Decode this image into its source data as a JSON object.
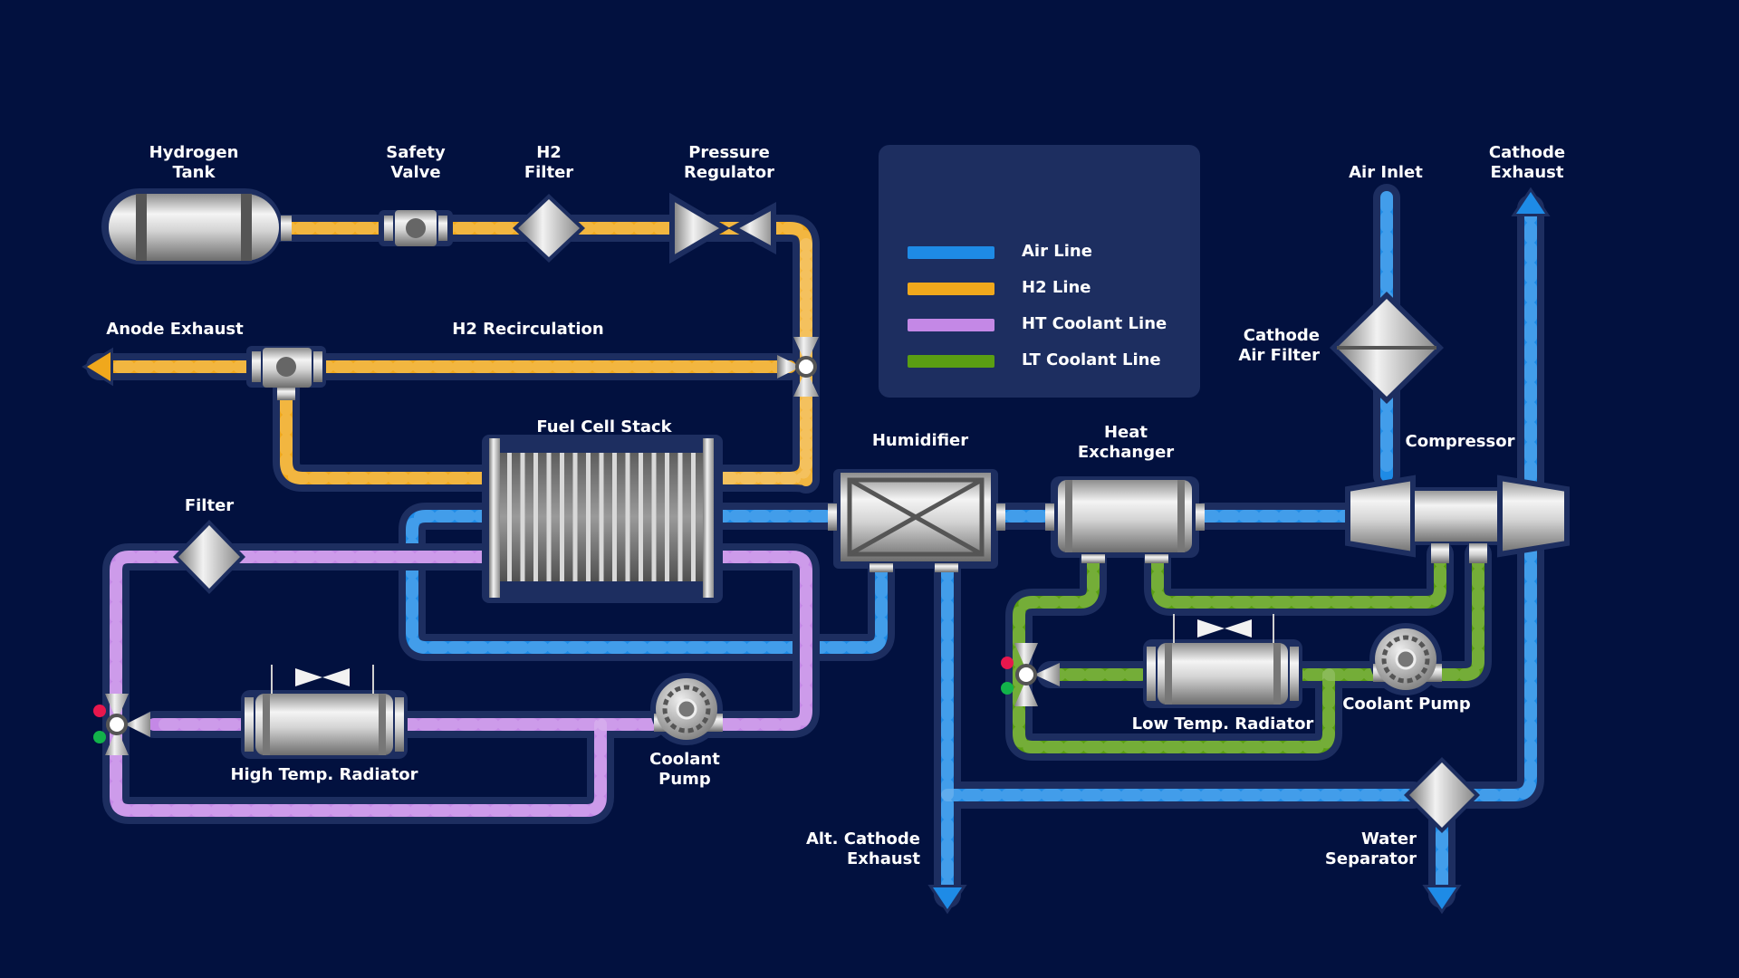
{
  "colors": {
    "background": "#02113f",
    "air": "#1e8be6",
    "h2": "#f0a81c",
    "ht_coolant": "#c488e6",
    "lt_coolant": "#5a9e12",
    "legend_panel": "#1d2e60",
    "valve_red": "#e8174d",
    "valve_green": "#12b34a"
  },
  "legend": {
    "items": [
      {
        "label": "Air Line",
        "color": "#1e8be6"
      },
      {
        "label": "H2 Line",
        "color": "#f0a81c"
      },
      {
        "label": "HT Coolant Line",
        "color": "#c488e6"
      },
      {
        "label": "LT Coolant Line",
        "color": "#5a9e12"
      }
    ]
  },
  "components": {
    "hydrogen_tank": "Hydrogen\nTank",
    "safety_valve": "Safety\nValve",
    "h2_filter": "H2\nFilter",
    "pressure_regulator": "Pressure\nRegulator",
    "anode_exhaust": "Anode Exhaust",
    "h2_recirculation": "H2 Recirculation",
    "fuel_cell_stack": "Fuel Cell Stack",
    "filter": "Filter",
    "high_temp_radiator": "High Temp. Radiator",
    "coolant_pump_ht": "Coolant\nPump",
    "humidifier": "Humidifier",
    "heat_exchanger": "Heat\nExchanger",
    "low_temp_radiator": "Low Temp. Radiator",
    "coolant_pump_lt": "Coolant Pump",
    "air_inlet": "Air Inlet",
    "cathode_air_filter": "Cathode\nAir Filter",
    "compressor": "Compressor",
    "cathode_exhaust": "Cathode\nExhaust",
    "alt_cathode_exhaust": "Alt. Cathode\nExhaust",
    "water_separator": "Water\nSeparator"
  }
}
